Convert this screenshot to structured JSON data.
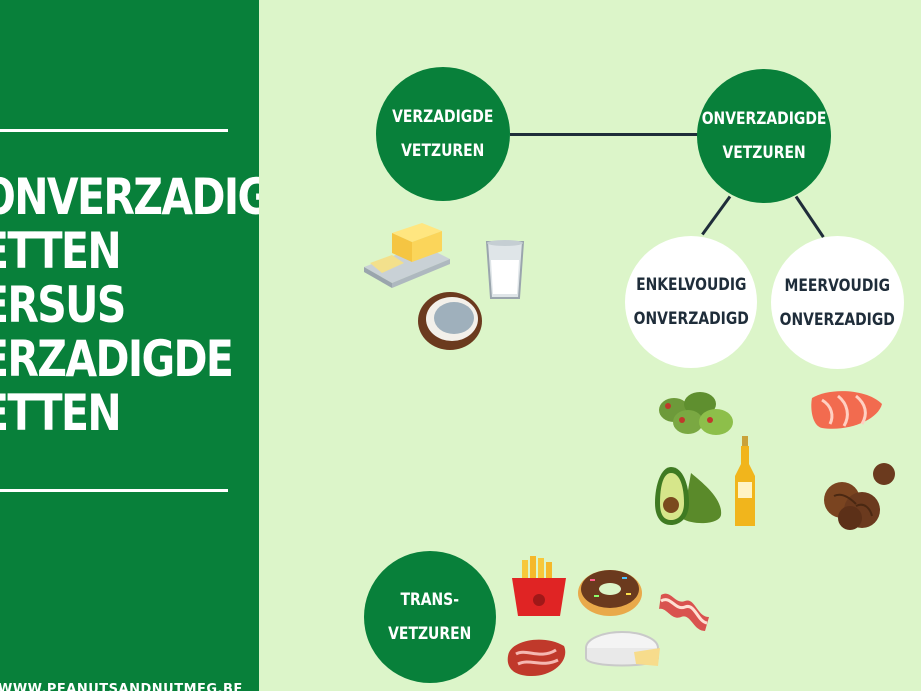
{
  "title_lines": [
    "ONVERZADIGDE",
    "ETTEN",
    "ERSUS",
    "ERZADIGDE",
    "ETTEN"
  ],
  "website": "WWW.PEANUTSANDNUTMEG.BE",
  "nodes": {
    "saturated": "VERZADIGDE\nVETZUREN",
    "unsaturated": "ONVERZADIGDE\nVETZUREN",
    "mono": "ENKELVOUDIG\nONVERZADIGD",
    "poly": "MEERVOUDIG\nONVERZADIGD",
    "trans": "TRANS-\nVETZUREN"
  },
  "colors": {
    "green": "#08803a",
    "background": "#dcf5c9",
    "line": "#1f2d3a"
  }
}
